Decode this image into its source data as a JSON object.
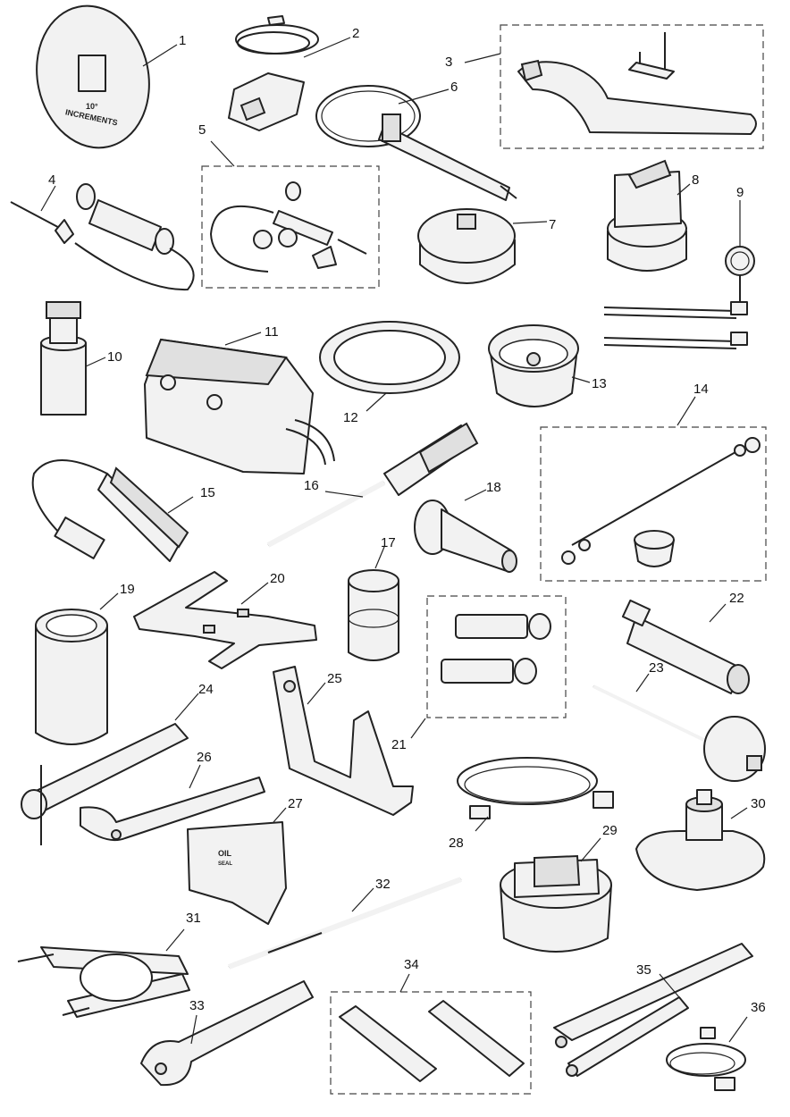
{
  "dial_text": {
    "degrees": "10°",
    "increments": "INCREMENTS"
  },
  "seal_text": {
    "oil": "OIL",
    "seal": "SEAL"
  },
  "callouts": [
    "1",
    "2",
    "3",
    "4",
    "5",
    "6",
    "7",
    "8",
    "9",
    "10",
    "11",
    "12",
    "13",
    "14",
    "15",
    "16",
    "17",
    "18",
    "19",
    "20",
    "21",
    "22",
    "23",
    "24",
    "25",
    "26",
    "27",
    "28",
    "29",
    "30",
    "31",
    "32",
    "33",
    "34",
    "35",
    "36"
  ]
}
